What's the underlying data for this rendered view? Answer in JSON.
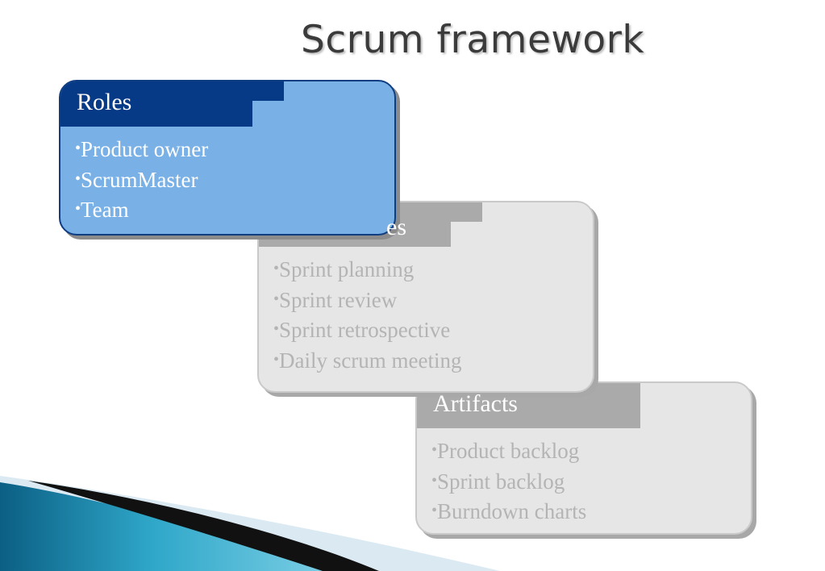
{
  "slide": {
    "title": "Scrum framework"
  },
  "cards": {
    "ceremonies": {
      "title": "Ceremonies",
      "visible_title_fragment": "es",
      "items": [
        "Sprint planning",
        "Sprint review",
        "Sprint retrospective",
        "Daily scrum meeting"
      ]
    },
    "artifacts": {
      "title": "Artifacts",
      "items": [
        "Product backlog",
        "Sprint backlog",
        "Burndown charts"
      ]
    },
    "roles": {
      "title": "Roles",
      "items": [
        "Product owner",
        "ScrumMaster",
        "Team"
      ]
    }
  },
  "bullet_char": "•",
  "colors": {
    "roles_fill": "#79b1e7",
    "roles_header": "#073a86",
    "inactive_fill": "#e6e6e6",
    "inactive_header": "#aaaaaa",
    "inactive_text": "#b4b4b4",
    "title_text": "#3b3b3b"
  }
}
